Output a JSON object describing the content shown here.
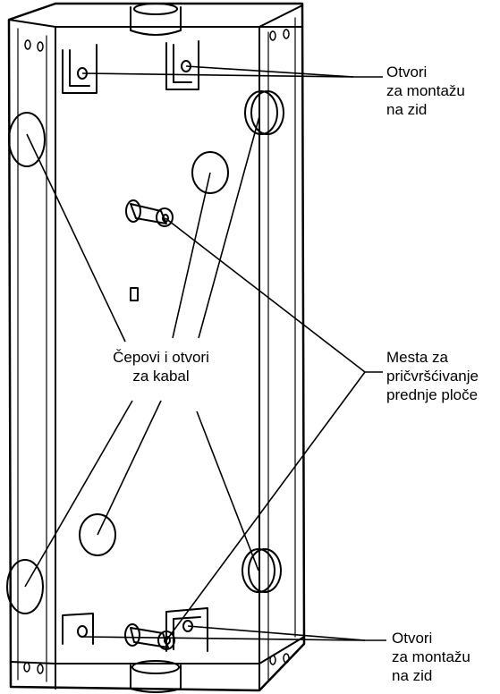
{
  "labels": {
    "wall_mount_top": [
      "Otvori",
      "za montažu",
      "na zid"
    ],
    "cable_plugs": [
      "Čepovi i otvori",
      "za kabal"
    ],
    "front_plate_fixing": [
      "Mesta za",
      "pričvršćivanje",
      "prednje ploče"
    ],
    "wall_mount_bottom": [
      "Otvori",
      "za montažu",
      "na zid"
    ]
  },
  "colors": {
    "line": "#000000",
    "background": "#ffffff"
  }
}
